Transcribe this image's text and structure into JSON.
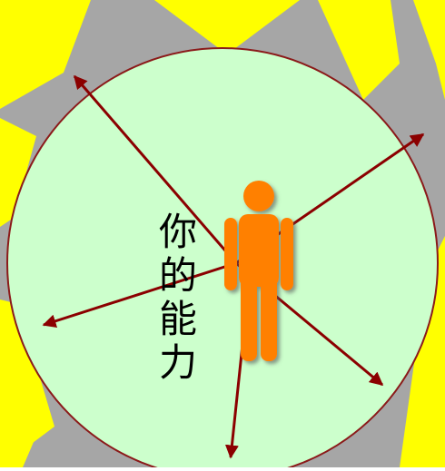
{
  "label": {
    "chars": [
      "你",
      "的",
      "能",
      "力"
    ]
  },
  "colors": {
    "background": "#a6a6a6",
    "burst": "#ffff00",
    "circle_fill": "#ccffcc",
    "circle_stroke": "#8b1a1a",
    "arrow": "#8b0000",
    "figure": "#ff8000"
  }
}
